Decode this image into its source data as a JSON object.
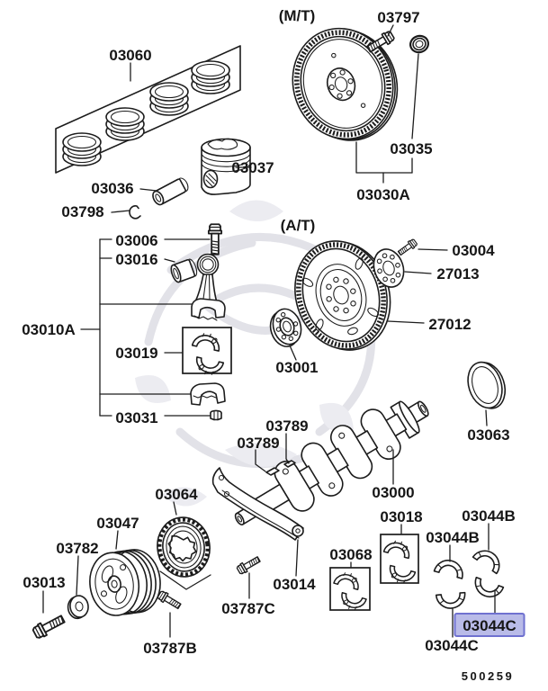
{
  "diagram": {
    "footer_code": "500259",
    "variant_labels": {
      "mt": "(M/T)",
      "at": "(A/T)"
    },
    "highlight": {
      "bg": "#b9bbe8",
      "border": "#6f71d0",
      "text": "#20205a"
    },
    "labels": {
      "l03060": "03060",
      "l03037": "03037",
      "l03036": "03036",
      "l03798": "03798",
      "l03797": "03797",
      "l03035": "03035",
      "l03030a": "03030A",
      "l03006": "03006",
      "l03016": "03016",
      "l03010a": "03010A",
      "l03019": "03019",
      "l03031": "03031",
      "l03004": "03004",
      "l27013": "27013",
      "l27012": "27012",
      "l03001": "03001",
      "l03063": "03063",
      "l03789a": "03789",
      "l03789b": "03789",
      "l03000": "03000",
      "l03064": "03064",
      "l03047": "03047",
      "l03782": "03782",
      "l03013": "03013",
      "l03787b": "03787B",
      "l03787c": "03787C",
      "l03014": "03014",
      "l03068": "03068",
      "l03018": "03018",
      "l03044b_a": "03044B",
      "l03044b_b": "03044B",
      "l03044c_hl": "03044C",
      "l03044c": "03044C"
    }
  }
}
